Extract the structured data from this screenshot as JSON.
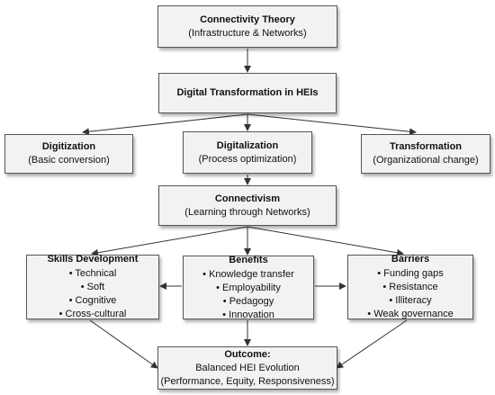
{
  "connectivity_theory": {
    "title": "Connectivity Theory",
    "subtitle": "(Infrastructure & Networks)"
  },
  "digital_transformation": {
    "title": "Digital Transformation in HEIs"
  },
  "digitization": {
    "title": "Digitization",
    "subtitle": "(Basic conversion)"
  },
  "digitalization": {
    "title": "Digitalization",
    "subtitle": "(Process optimization)"
  },
  "transformation": {
    "title": "Transformation",
    "subtitle": "(Organizational change)"
  },
  "connectivism": {
    "title": "Connectivism",
    "subtitle": "(Learning through Networks)"
  },
  "skills": {
    "title": "Skills Development",
    "items": [
      "Technical",
      "Soft",
      "Cognitive",
      "Cross-cultural"
    ]
  },
  "benefits": {
    "title": "Benefits",
    "items": [
      "Knowledge transfer",
      "Employability",
      "Pedagogy",
      "Innovation"
    ]
  },
  "barriers": {
    "title": "Barriers",
    "items": [
      "Funding gaps",
      "Resistance",
      "Illiteracy",
      "Weak governance"
    ]
  },
  "outcome": {
    "title": "Outcome:",
    "line1": "Balanced HEI Evolution",
    "line2": "(Performance, Equity, Responsiveness)"
  },
  "colors": {
    "box_fill": "#f2f2f2",
    "box_border": "#555555",
    "arrow": "#333333"
  }
}
